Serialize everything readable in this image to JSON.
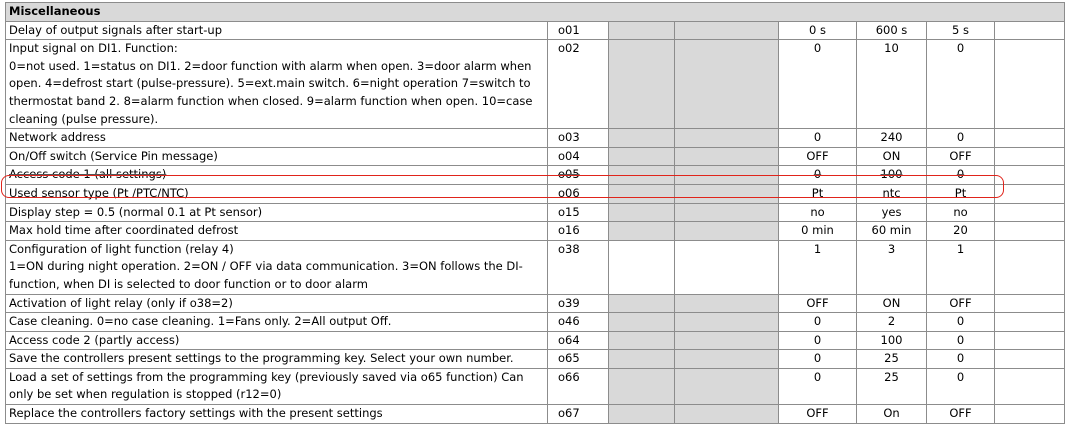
{
  "section": {
    "title": "Miscellaneous"
  },
  "rows": [
    {
      "desc": "Delay of output signals after start-up",
      "code": "o01",
      "min": "0 s",
      "max": "600 s",
      "def": "5 s"
    },
    {
      "desc": "Input signal on DI1. Function:\n0=not used. 1=status on DI1. 2=door function with alarm when open. 3=door alarm when open. 4=defrost start (pulse-pressure).  5=ext.main switch. 6=night operation 7=switch to thermostat band 2. 8=alarm function when closed. 9=alarm function when open. 10=case cleaning (pulse pressure).",
      "code": "o02",
      "min": "0",
      "max": "10",
      "def": "0"
    },
    {
      "desc": "Network address",
      "code": "o03",
      "min": "0",
      "max": "240",
      "def": "0"
    },
    {
      "desc": "On/Off switch (Service Pin message)",
      "code": "o04",
      "min": "OFF",
      "max": "ON",
      "def": "OFF"
    },
    {
      "desc": "Access code 1 (all settings)",
      "code": "o05",
      "min": "0",
      "max": "100",
      "def": "0"
    },
    {
      "desc": "Used sensor type (Pt /PTC/NTC)",
      "code": "o06",
      "min": "Pt",
      "max": "ntc",
      "def": "Pt"
    },
    {
      "desc": "Display step = 0.5 (normal 0.1 at Pt sensor)",
      "code": "o15",
      "min": "no",
      "max": "yes",
      "def": "no"
    },
    {
      "desc": "Max hold time after coordinated defrost",
      "code": "o16",
      "min": "0 min",
      "max": "60 min",
      "def": "20"
    },
    {
      "desc": "Configuration of light function (relay 4)\n1=ON during night operation. 2=ON / OFF via data communication. 3=ON follows the DI-function, when DI is selected to door function or to door alarm",
      "code": "o38",
      "min": "1",
      "max": "3",
      "def": "1"
    },
    {
      "desc": "Activation of light relay (only if o38=2)",
      "code": "o39",
      "min": "OFF",
      "max": "ON",
      "def": "OFF"
    },
    {
      "desc": "Case cleaning. 0=no case cleaning. 1=Fans only. 2=All output Off.",
      "code": "o46",
      "min": "0",
      "max": "2",
      "def": "0"
    },
    {
      "desc": "Access code 2 (partly access)",
      "code": "o64",
      "min": "0",
      "max": "100",
      "def": "0"
    },
    {
      "desc": "Save the controllers present settings to the programming key. Select your own number.",
      "code": "o65",
      "min": "0",
      "max": "25",
      "def": "0"
    },
    {
      "desc": "Load a set of settings from the programming key (previously saved via o65 function) Can only be set when regulation is stopped (r12=0)",
      "code": "o66",
      "min": "0",
      "max": "25",
      "def": "0"
    },
    {
      "desc": "Replace the controllers factory settings with the present settings",
      "code": "o67",
      "min": "OFF",
      "max": "On",
      "def": "OFF"
    }
  ],
  "colors": {
    "shade": "#d9d9d9",
    "grid": "#8c8c8c",
    "highlight": "#e0241b"
  }
}
